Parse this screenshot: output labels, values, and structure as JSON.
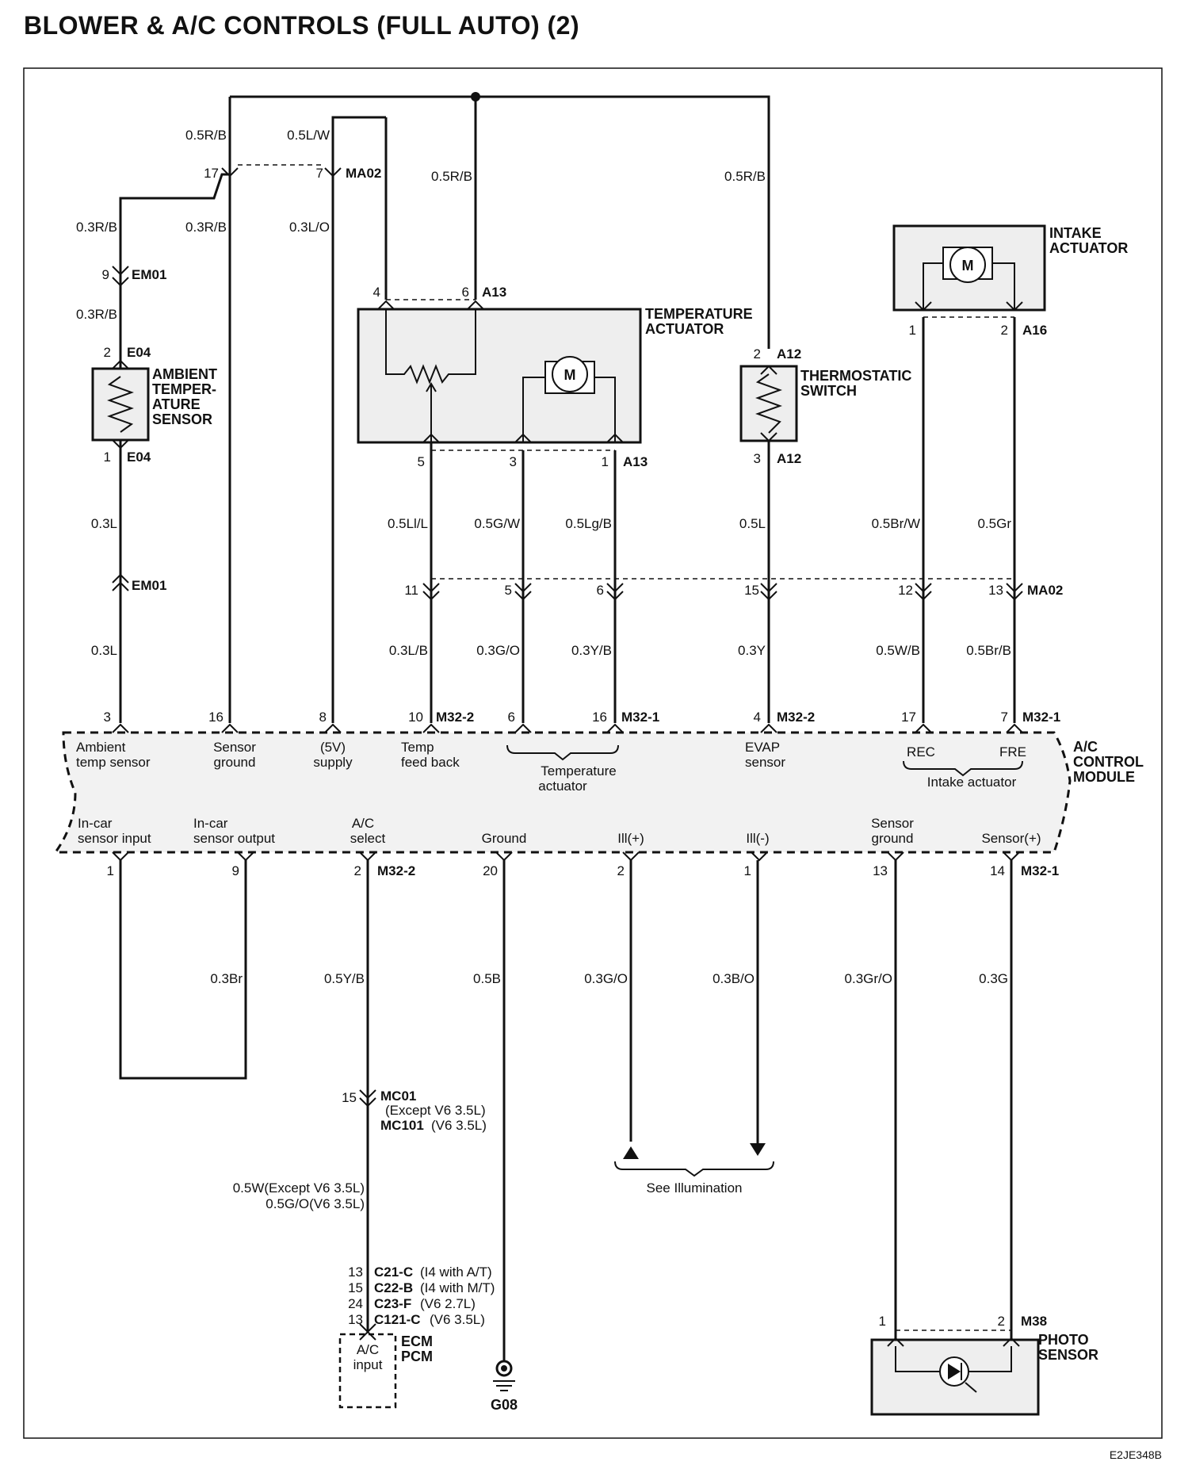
{
  "title": "BLOWER & A/C CONTROLS (FULL AUTO) (2)",
  "footer_code": "E2JE348B",
  "components": {
    "ambient_sensor": [
      "AMBIENT",
      "TEMPER-",
      "ATURE",
      "SENSOR"
    ],
    "temp_actuator": [
      "TEMPERATURE",
      "ACTUATOR"
    ],
    "thermostatic_switch": [
      "THERMOSTATIC",
      "SWITCH"
    ],
    "intake_actuator": [
      "INTAKE",
      "ACTUATOR"
    ],
    "ac_control_module": [
      "A/C",
      "CONTROL",
      "MODULE"
    ],
    "photo_sensor": [
      "PHOTO",
      "SENSOR"
    ],
    "ecm_pcm": [
      "ECM",
      "PCM"
    ],
    "ground": "G08",
    "motor_symbol": "M"
  },
  "wire_labels": {
    "w1": "0.5R/B",
    "w2": "0.5L/W",
    "w3": "0.5R/B",
    "w4": "0.5R/B",
    "w5": "0.3R/B",
    "w6": "0.3R/B",
    "w7": "0.3L/O",
    "w8": "0.3R/B",
    "w9": "0.3L",
    "w10": "0.5Ll/L",
    "w11": "0.5G/W",
    "w12": "0.5Lg/B",
    "w13": "0.5L",
    "w14": "0.5Br/W",
    "w15": "0.5Gr",
    "w16": "0.3L",
    "w17": "0.3L/B",
    "w18": "0.3G/O",
    "w19": "0.3Y/B",
    "w20": "0.3Y",
    "w21": "0.5W/B",
    "w22": "0.5Br/B",
    "w23": "0.3Br",
    "w24": "0.5Y/B",
    "w25": "0.5B",
    "w26": "0.3G/O",
    "w27": "0.3B/O",
    "w28": "0.3Gr/O",
    "w29": "0.3G",
    "w30": "0.5W(Except V6 3.5L)",
    "w31": "0.5G/O(V6 3.5L)"
  },
  "connectors": {
    "ma02": "MA02",
    "em01": "EM01",
    "e04": "E04",
    "a13": "A13",
    "a12": "A12",
    "a16": "A16",
    "m32_2": "M32-2",
    "m32_1": "M32-1",
    "mc01": "MC01",
    "mc01_note": "(Except V6 3.5L)",
    "mc101": "MC101",
    "mc101_note": "(V6 3.5L)",
    "m38": "M38",
    "c21": "C21-C",
    "c21_note": "(I4 with A/T)",
    "c22": "C22-B",
    "c22_note": "(I4 with M/T)",
    "c23": "C23-F",
    "c23_note": "(V6 2.7L)",
    "c121": "C121-C",
    "c121_note": "(V6 3.5L)"
  },
  "pins": {
    "p17": "17",
    "p7": "7",
    "p9": "9",
    "p2": "2",
    "p1": "1",
    "p4": "4",
    "p6": "6",
    "p5": "5",
    "p3": "3",
    "p1b": "1",
    "p2b": "2",
    "p3b": "3",
    "p1c": "1",
    "p2c": "2",
    "p3d": "3",
    "p11": "11",
    "p5b": "5",
    "p6b": "6",
    "p15": "15",
    "p12": "12",
    "p13": "13",
    "m3": "3",
    "m16": "16",
    "m8": "8",
    "m10": "10",
    "m6": "6",
    "m16b": "16",
    "m4": "4",
    "m17": "17",
    "m7": "7",
    "b1": "1",
    "b9": "9",
    "b2": "2",
    "b20": "20",
    "b2b": "2",
    "b1b": "1",
    "b13": "13",
    "b14": "14",
    "mc15": "15",
    "e13": "13",
    "e15": "15",
    "e24": "24",
    "e13b": "13",
    "ps1": "1",
    "ps2": "2"
  },
  "module_functions_top": [
    [
      "Ambient",
      "temp sensor"
    ],
    [
      "Sensor",
      "ground"
    ],
    [
      "(5V)",
      "supply"
    ],
    [
      "Temp",
      "feed back"
    ],
    [
      "Temperature",
      "actuator"
    ],
    [
      "EVAP",
      "sensor"
    ],
    [
      "REC"
    ],
    [
      "FRE"
    ],
    [
      "Intake actuator"
    ]
  ],
  "module_functions_bottom": [
    [
      "In-car",
      "sensor input"
    ],
    [
      "In-car",
      "sensor output"
    ],
    [
      "A/C",
      "select"
    ],
    [
      "Ground"
    ],
    [
      "Ill(+)"
    ],
    [
      "Ill(-)"
    ],
    [
      "Sensor",
      "ground"
    ],
    [
      "Sensor(+)"
    ]
  ],
  "ecm_input": [
    "A/C",
    "input"
  ],
  "see_illumination": "See Illumination",
  "colors": {
    "ink": "#111111",
    "shade": "#eeeeee"
  }
}
